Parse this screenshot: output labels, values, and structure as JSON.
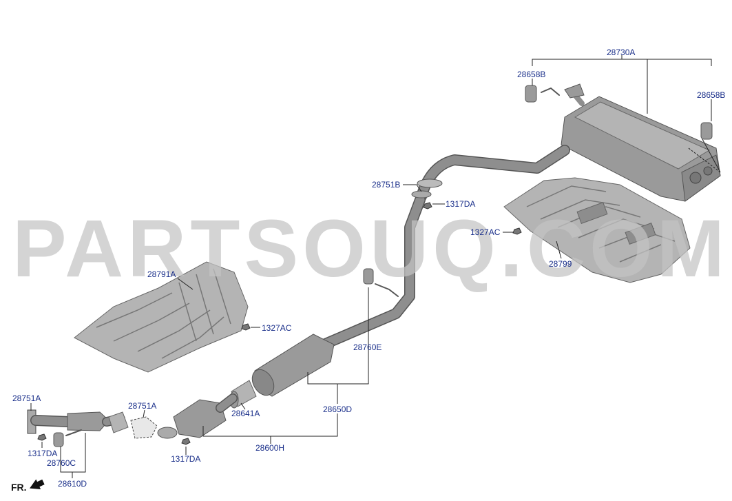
{
  "watermark": "PARTSOUQ.COM",
  "direction_label": "FR.",
  "callouts": [
    {
      "id": "28730A"
    },
    {
      "id": "28658B"
    },
    {
      "id": "28658B"
    },
    {
      "id": "28751B"
    },
    {
      "id": "1317DA"
    },
    {
      "id": "1327AC"
    },
    {
      "id": "28799"
    },
    {
      "id": "28791A"
    },
    {
      "id": "1327AC"
    },
    {
      "id": "28760E"
    },
    {
      "id": "28751A"
    },
    {
      "id": "28751A"
    },
    {
      "id": "28641A"
    },
    {
      "id": "28650D"
    },
    {
      "id": "1317DA"
    },
    {
      "id": "28760C"
    },
    {
      "id": "28600H"
    },
    {
      "id": "1317DA"
    },
    {
      "id": "28610D"
    }
  ],
  "colors": {
    "label": "#1a2f8a",
    "part": "#9a9a9a",
    "watermark": "#c4c4c4"
  }
}
